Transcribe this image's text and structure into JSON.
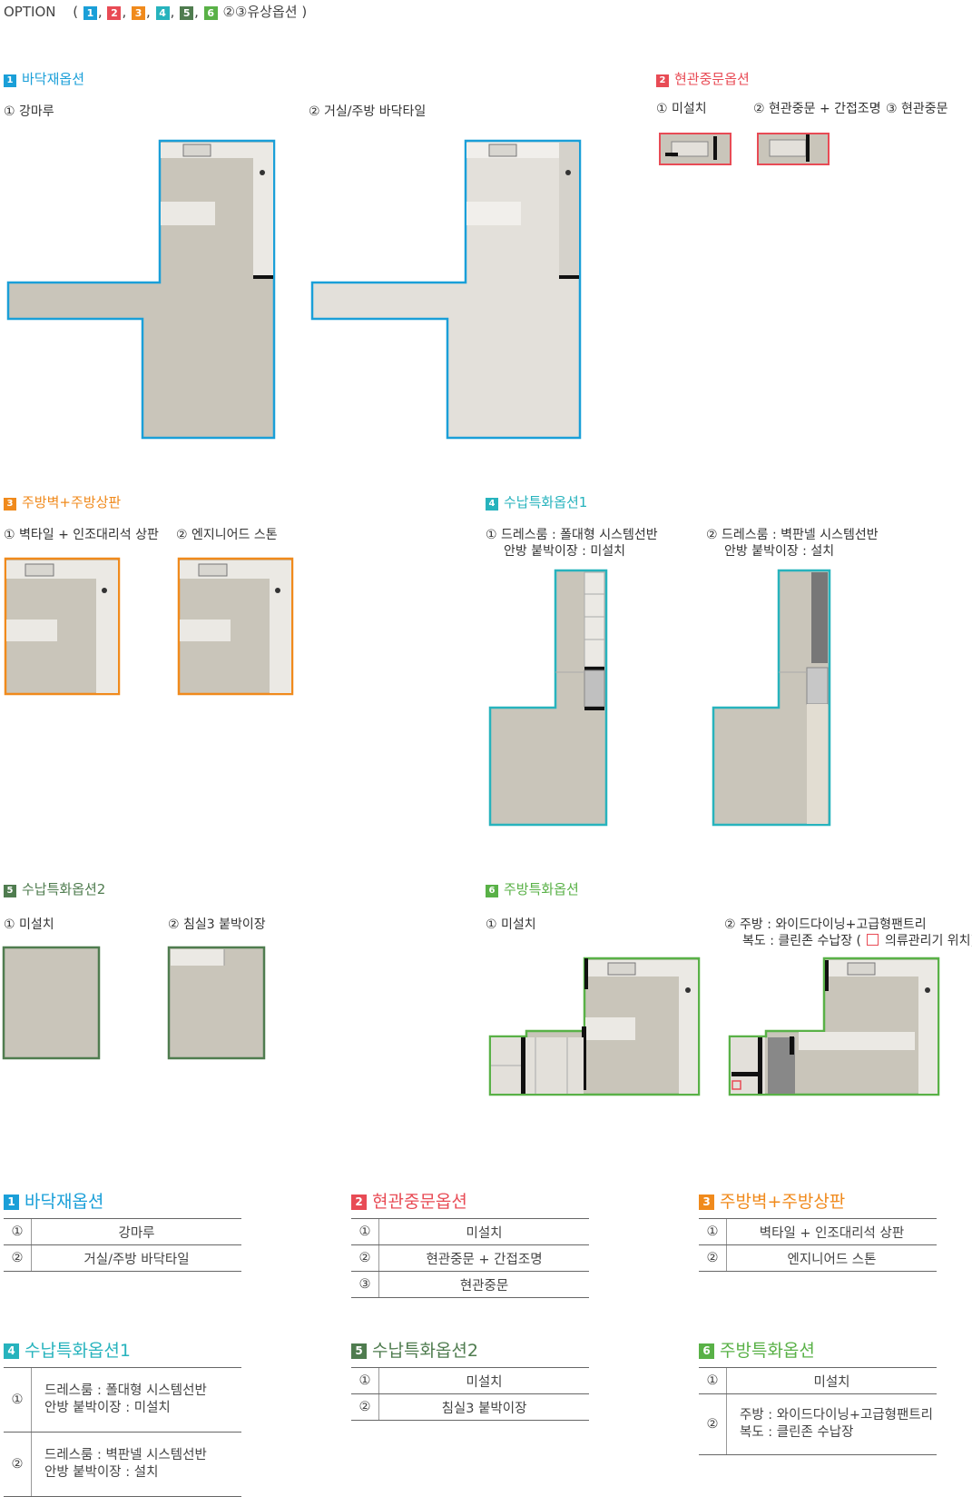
{
  "header": {
    "label": "OPTION",
    "open": "(",
    "badges": [
      "1",
      "2",
      "3",
      "4",
      "5",
      "6"
    ],
    "seps": [
      ",",
      ",",
      ",",
      ",",
      ","
    ],
    "suffix": "②③유상옵션",
    "close": ")"
  },
  "colors": {
    "opt1": "#1a9fd8",
    "opt2": "#e84b55",
    "opt3": "#f08a1c",
    "opt4": "#27b3bd",
    "opt5": "#4f7c4f",
    "opt6": "#59b147",
    "floor_wood": "#c9c5ba",
    "floor_tile": "#e3e0da",
    "counter": "#ebe9e4"
  },
  "sections": {
    "s1": {
      "num": "1",
      "title": "바닥재옵션",
      "items": [
        "① 강마루",
        "② 거실/주방 바닥타일"
      ]
    },
    "s2": {
      "num": "2",
      "title": "현관중문옵션",
      "items": [
        "① 미설치",
        "② 현관중문 + 간접조명",
        "③ 현관중문"
      ]
    },
    "s3": {
      "num": "3",
      "title": "주방벽+주방상판",
      "items": [
        "① 벽타일 + 인조대리석 상판",
        "② 엔지니어드 스톤"
      ]
    },
    "s4": {
      "num": "4",
      "title": "수납특화옵션1",
      "items": [
        {
          "l1": "① 드레스룸 : 폴대형 시스템선반",
          "l2": "안방 붙박이장 : 미설치"
        },
        {
          "l1": "② 드레스룸 : 벽판넬 시스템선반",
          "l2": "안방 붙박이장 : 설치"
        }
      ]
    },
    "s5": {
      "num": "5",
      "title": "수납특화옵션2",
      "items": [
        "① 미설치",
        "② 침실3 붙박이장"
      ]
    },
    "s6": {
      "num": "6",
      "title": "주방특화옵션",
      "items": [
        {
          "l1": "① 미설치"
        },
        {
          "l1": "② 주방 : 와이드다이닝+고급형팬트리",
          "l2a": "복도 : 클린존 수납장 (",
          "l2b": "의류관리기 위치)"
        }
      ]
    }
  },
  "tables": {
    "t1": {
      "num": "1",
      "title": "바닥재옵션",
      "rows": [
        [
          "①",
          "강마루"
        ],
        [
          "②",
          "거실/주방 바닥타일"
        ]
      ]
    },
    "t2": {
      "num": "2",
      "title": "현관중문옵션",
      "rows": [
        [
          "①",
          "미설치"
        ],
        [
          "②",
          "현관중문 + 간접조명"
        ],
        [
          "③",
          "현관중문"
        ]
      ]
    },
    "t3": {
      "num": "3",
      "title": "주방벽+주방상판",
      "rows": [
        [
          "①",
          "벽타일 + 인조대리석 상판"
        ],
        [
          "②",
          "엔지니어드 스톤"
        ]
      ]
    },
    "t4": {
      "num": "4",
      "title": "수납특화옵션1",
      "rows": [
        [
          "①",
          "드레스룸 : 폴대형 시스템선반",
          "안방 붙박이장 : 미설치"
        ],
        [
          "②",
          "드레스룸 : 벽판넬 시스템선반",
          "안방 붙박이장 : 설치"
        ]
      ]
    },
    "t5": {
      "num": "5",
      "title": "수납특화옵션2",
      "rows": [
        [
          "①",
          "미설치"
        ],
        [
          "②",
          "침실3 붙박이장"
        ]
      ]
    },
    "t6": {
      "num": "6",
      "title": "주방특화옵션",
      "rows": [
        [
          "①",
          "미설치"
        ],
        [
          "②",
          "주방 : 와이드다이닝+고급형팬트리",
          "복도 : 클린존 수납장"
        ]
      ]
    }
  }
}
